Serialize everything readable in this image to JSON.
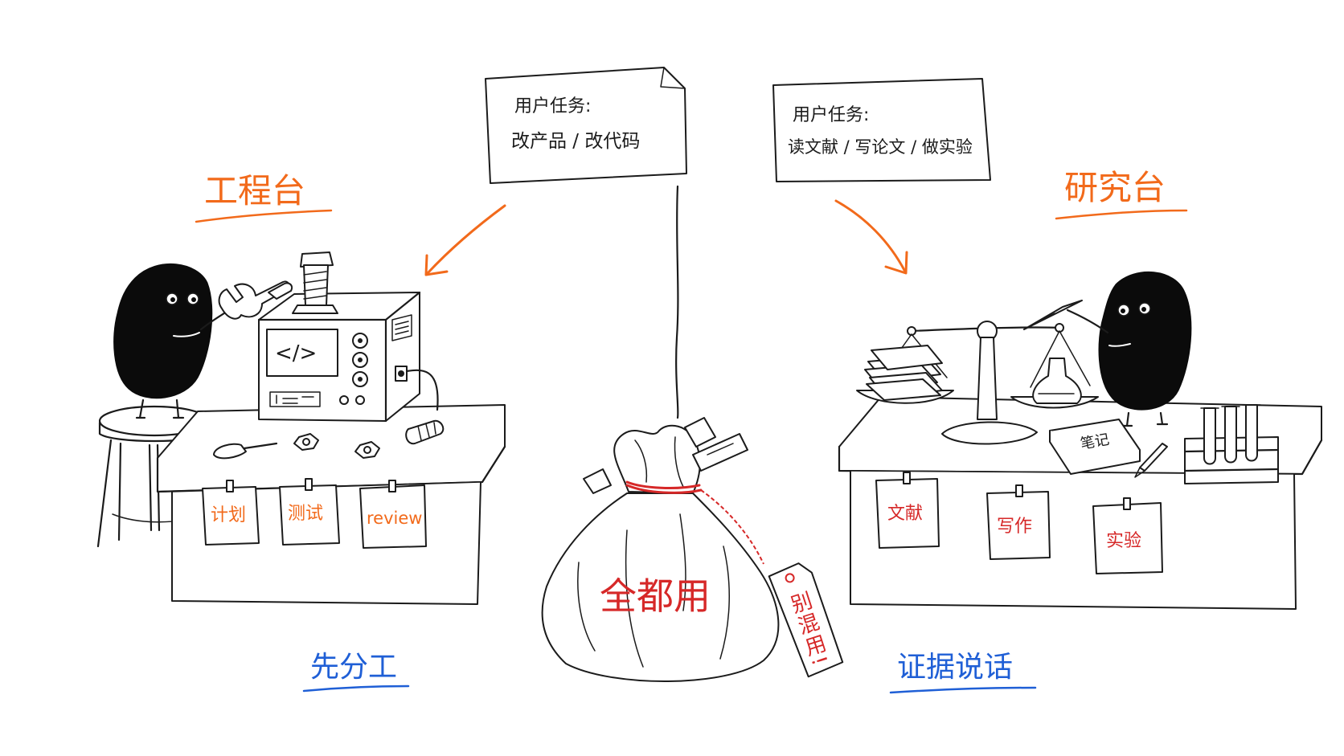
{
  "title_left": "工程台",
  "title_right": "研究台",
  "note_left": {
    "line1": "用户任务:",
    "line2": "改产品 / 改代码"
  },
  "note_right": {
    "line1": "用户任务:",
    "line2": "读文献 / 写论文 / 做实验"
  },
  "monitor_code": "</>",
  "left_tags": [
    "计划",
    "测试",
    "review"
  ],
  "right_tags": [
    "文献",
    "写作",
    "实验"
  ],
  "notebook_label": "笔记",
  "bag_label": "全都用",
  "bag_tag": "别混用!",
  "caption_left": "先分工",
  "caption_right": "证据说话",
  "colors": {
    "orange": "#f26a1b",
    "red": "#d62828",
    "blue": "#1f5fd6",
    "ink": "#1b1b1b"
  }
}
